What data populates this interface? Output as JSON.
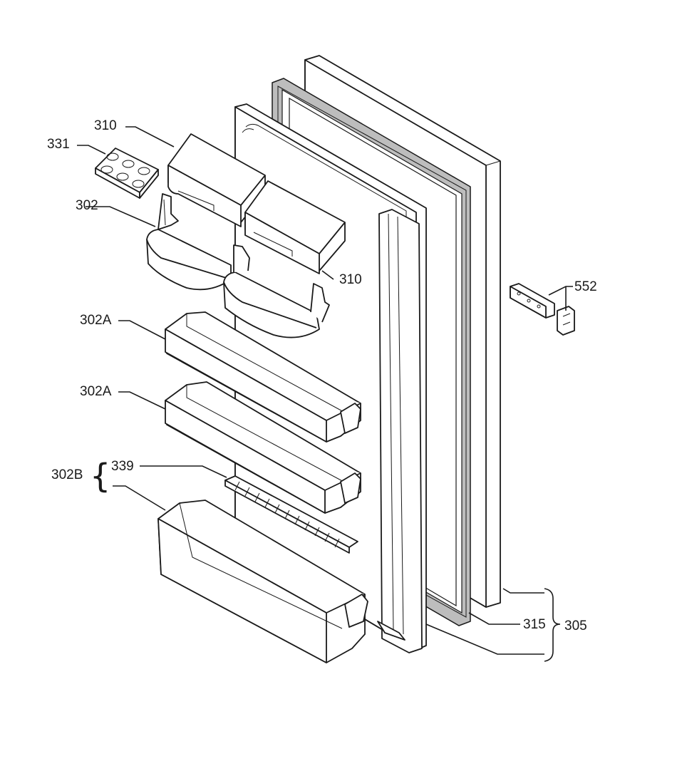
{
  "diagram": {
    "labels": {
      "l310a": "310",
      "l331": "331",
      "l302": "302",
      "l310b": "310",
      "l552": "552",
      "l302A1": "302A",
      "l302A2": "302A",
      "l302B": "302B",
      "l339": "339",
      "l315": "315",
      "l305": "305"
    },
    "parts": [
      "door-panel",
      "door-gasket",
      "inner-door-liner",
      "door-trim",
      "dairy-compartment-310-left",
      "dairy-compartment-310-right",
      "egg-tray-331",
      "bottle-shelf-302-left",
      "bottle-shelf-302-right",
      "door-shelf-302A-upper",
      "door-shelf-302A-lower",
      "bottle-retainer-339",
      "bottom-shelf-302B",
      "hinge-kit-552"
    ]
  }
}
